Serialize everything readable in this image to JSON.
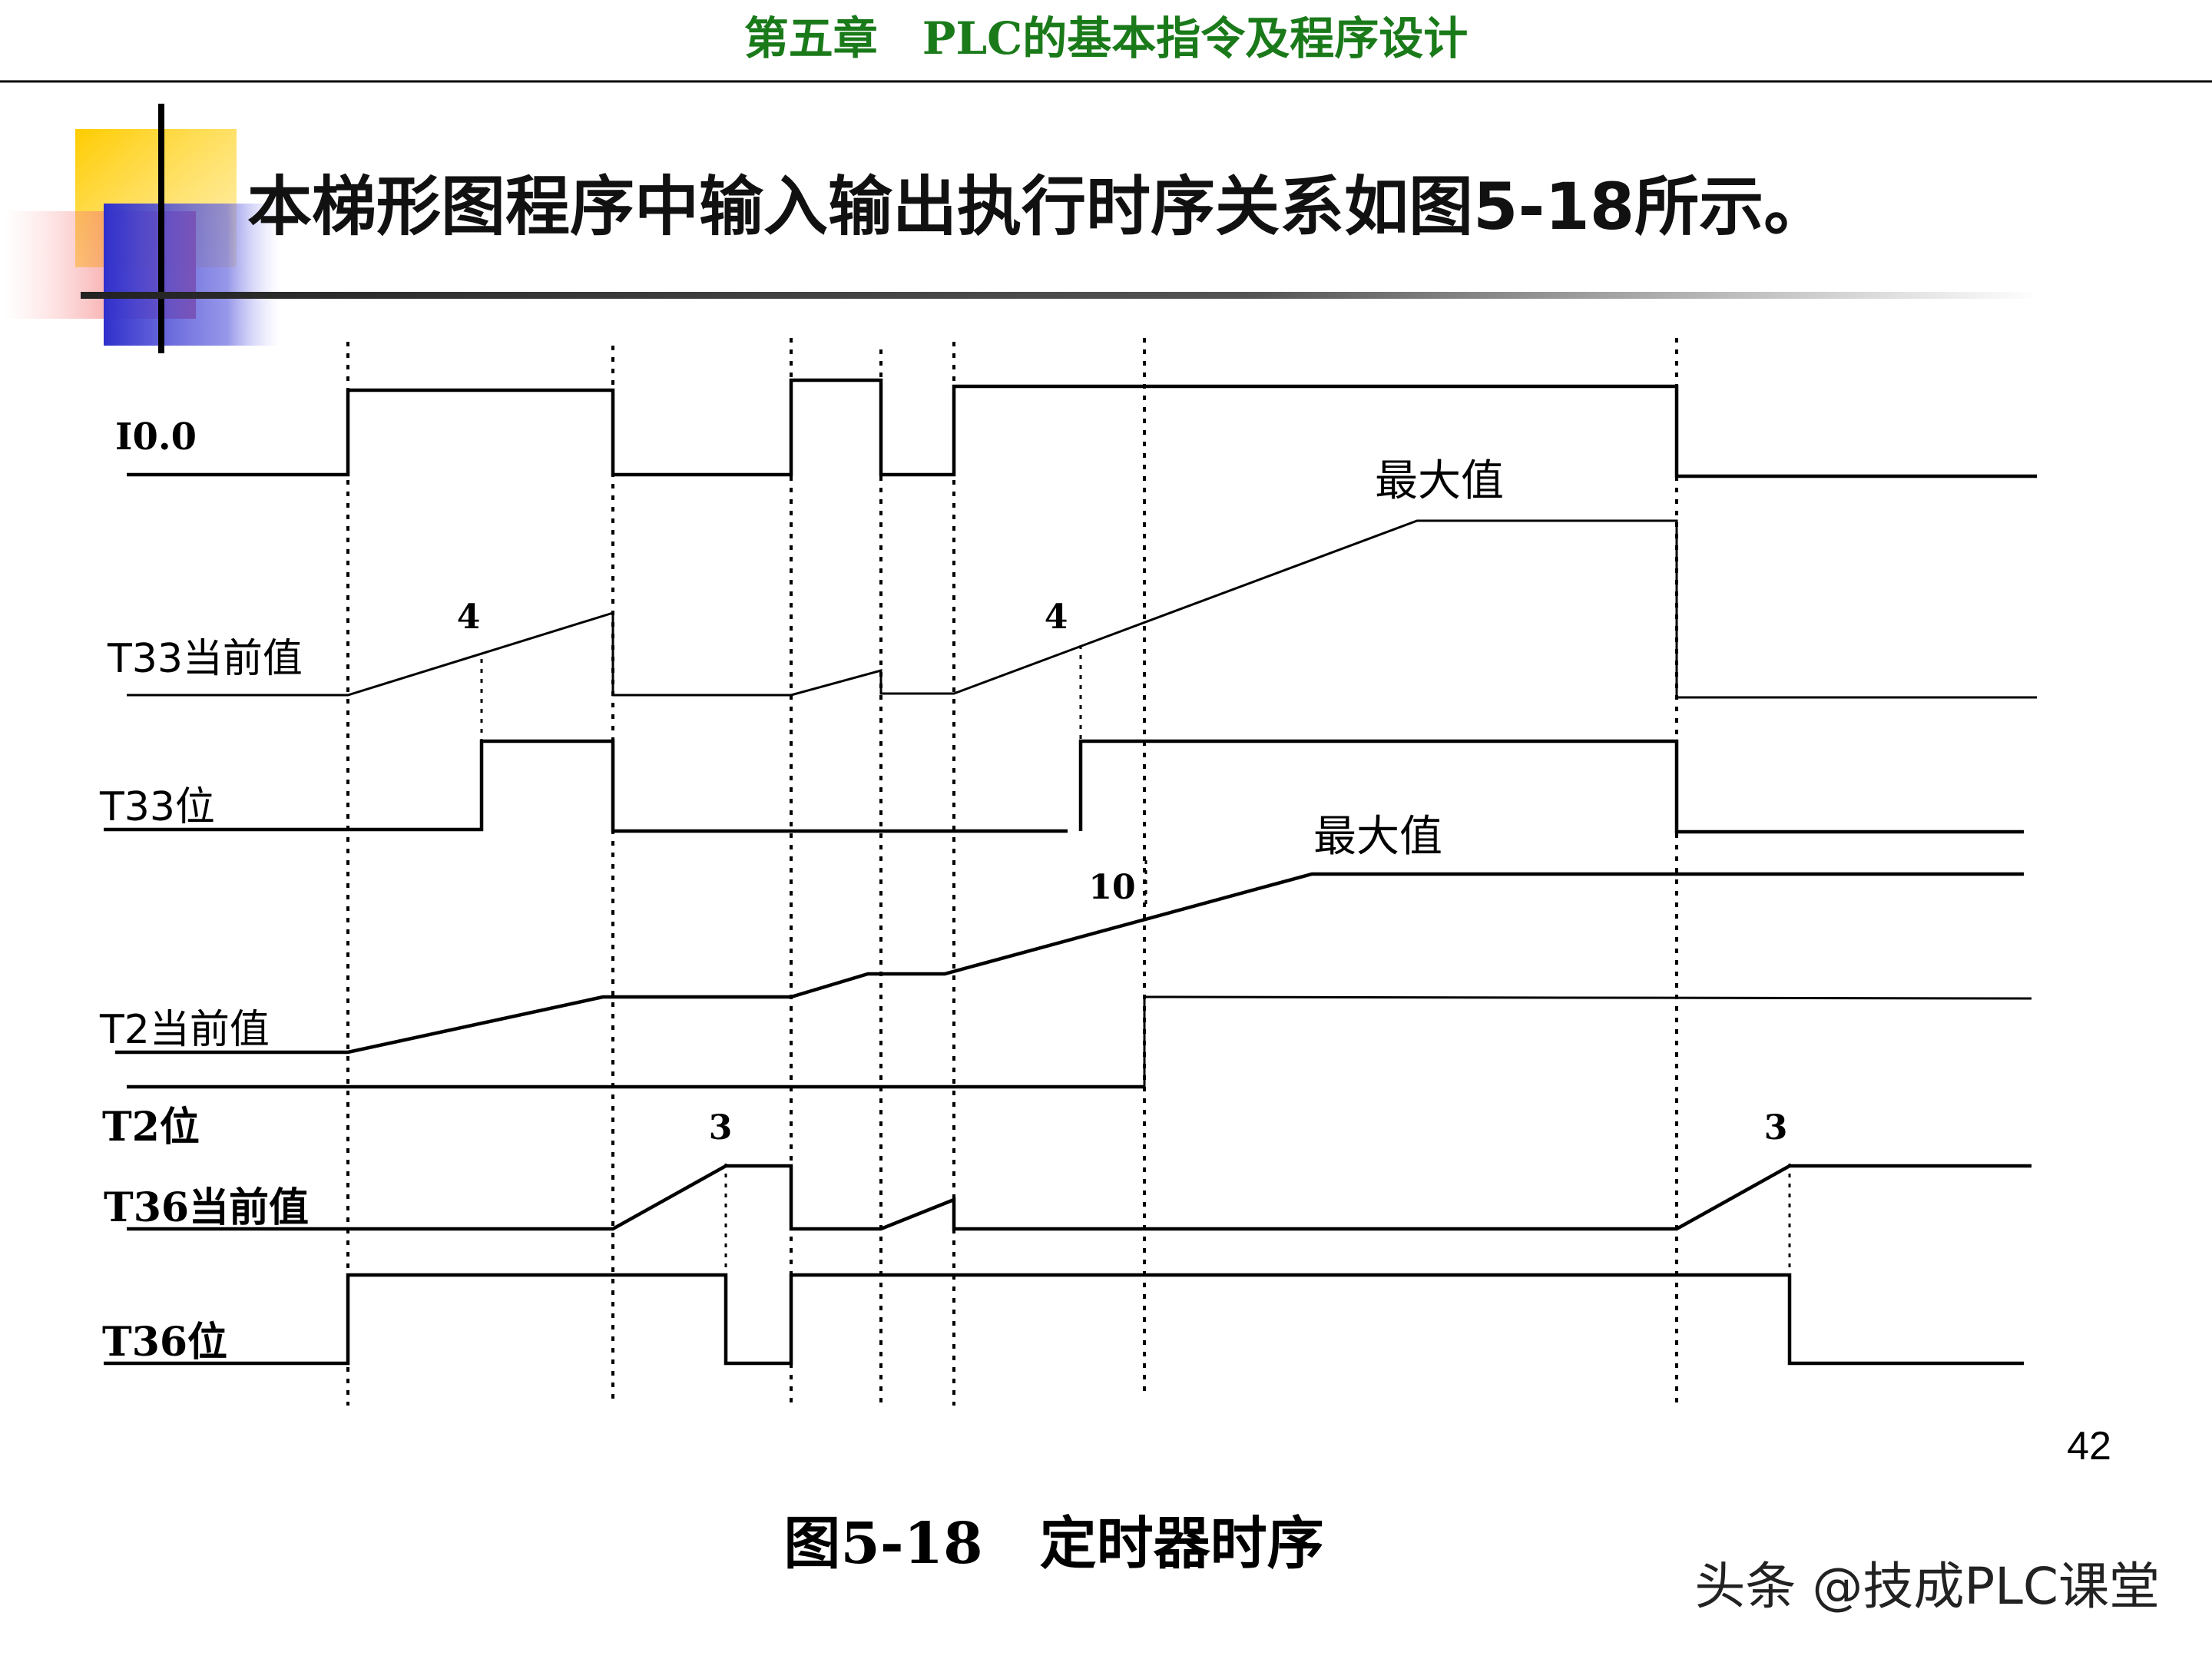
{
  "header": {
    "chapter_title": "第五章　PLC的基本指令及程序设计"
  },
  "slide": {
    "heading": "本梯形图程序中输入输出执行时序关系如图5-18所示。",
    "page_number": "42",
    "caption": "图5-18　定时器时序",
    "watermark": "头条 @技成PLC课堂"
  },
  "diagram": {
    "signals": [
      {
        "id": "i00",
        "label": "I0.0"
      },
      {
        "id": "t33_cv",
        "label": "T33当前值"
      },
      {
        "id": "t33_bit",
        "label": "T33位"
      },
      {
        "id": "t2_cv",
        "label": "T2当前值"
      },
      {
        "id": "t2_bit",
        "label": "T2位"
      },
      {
        "id": "t36_cv",
        "label": "T36当前值"
      },
      {
        "id": "t36_bit",
        "label": "T36位"
      }
    ],
    "annotations": {
      "t33_preset_1": "4",
      "t33_preset_2": "4",
      "t33_max": "最大值",
      "t2_preset": "10",
      "t2_max": "最大值",
      "t36_preset_1": "3",
      "t36_preset_2": "3"
    }
  },
  "colors": {
    "chapter_green": "#1a7a1a",
    "deco_yellow": "#ffcc00",
    "deco_blue": "#3333cc",
    "deco_red": "#e64040"
  }
}
